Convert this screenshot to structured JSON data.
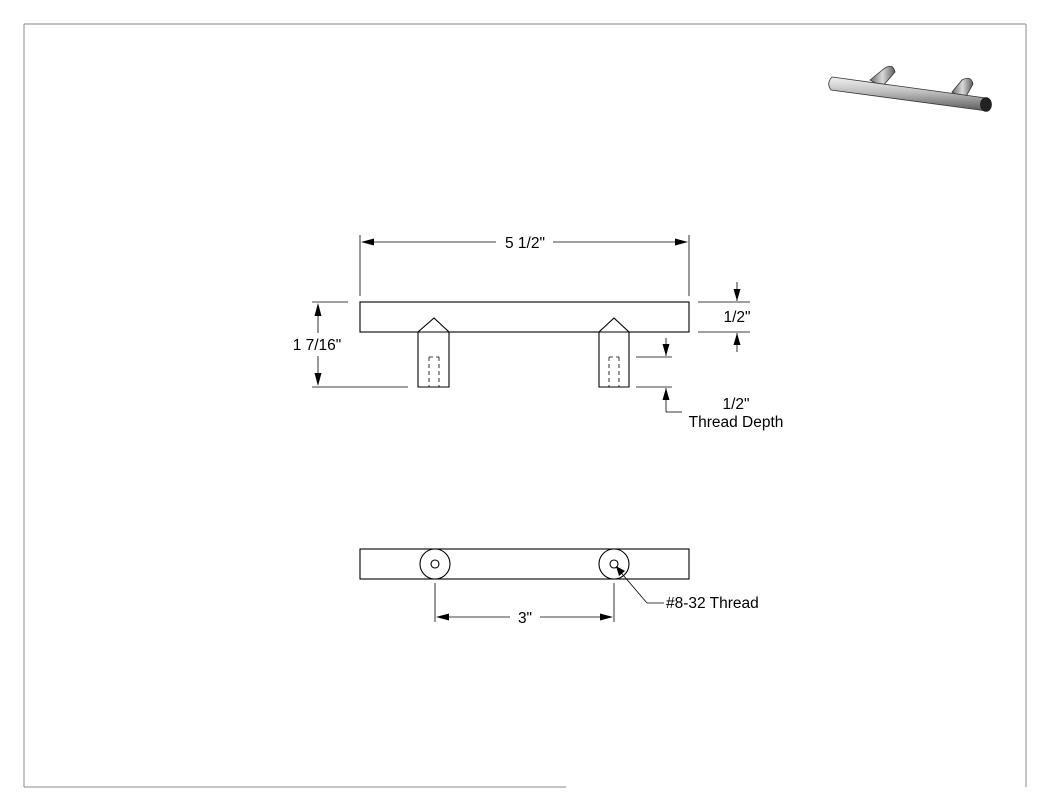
{
  "dimensions": {
    "overall_length": "5 1/2\"",
    "overall_height": "1 7/16\"",
    "bar_diameter": "1/2\"",
    "thread_depth_value": "1/2\"",
    "thread_depth_label": "Thread Depth",
    "hole_spacing": "3\"",
    "thread_callout": "#8-32 Thread"
  },
  "colors": {
    "line": "#000000",
    "border": "#888888",
    "metal_light": "#e6e6e6",
    "metal_dark": "#3c3c3c"
  }
}
